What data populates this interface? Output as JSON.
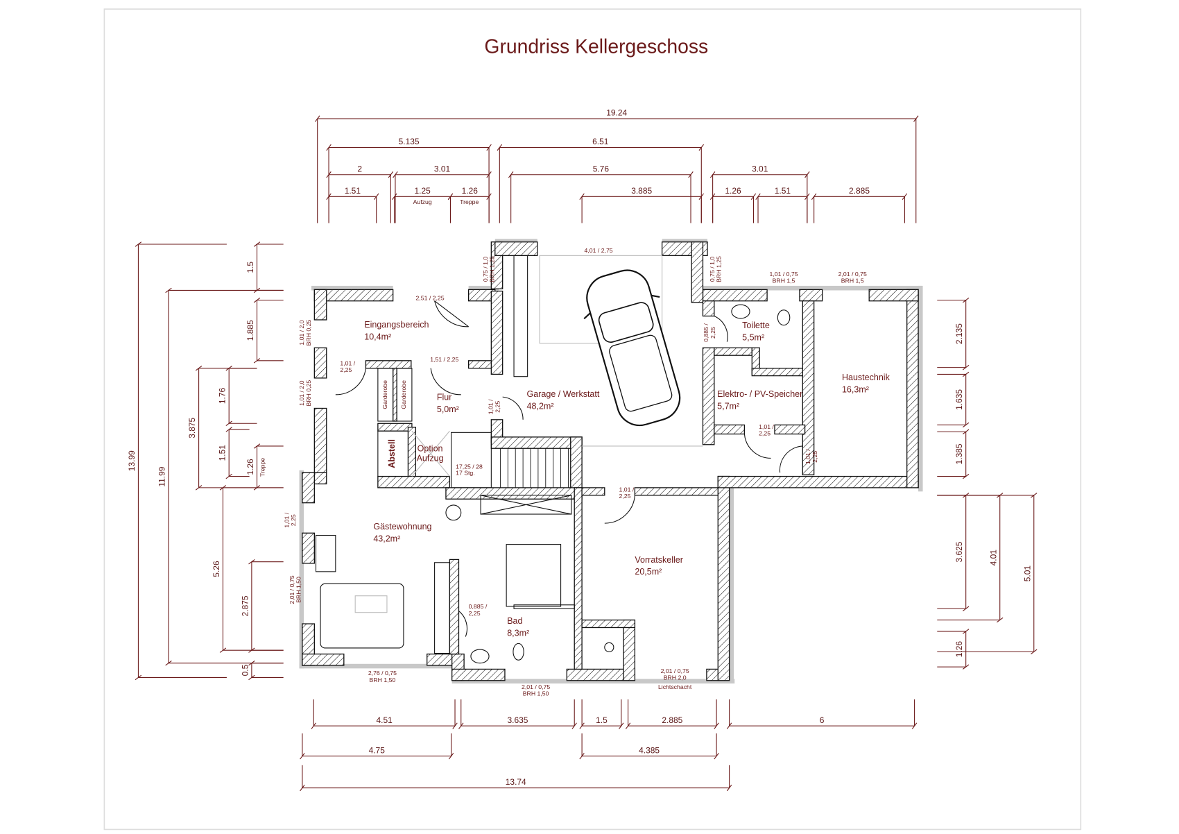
{
  "title": "Grundriss Kellergeschoss",
  "colors": {
    "dimension": "#6b1a1a",
    "title": "#6b1a1a",
    "wall": "#111111",
    "wall_shadow": "#c8c8c8"
  },
  "rooms": [
    {
      "name": "Eingangsbereich",
      "area": "10,4m²"
    },
    {
      "name": "Flur",
      "area": "5,0m²"
    },
    {
      "name": "Garage / Werkstatt",
      "area": "48,2m²"
    },
    {
      "name": "Toilette",
      "area": "5,5m²"
    },
    {
      "name": "Elektro- / PV-Speicher",
      "area": "5,7m²"
    },
    {
      "name": "Haustechnik",
      "area": "16,3m²"
    },
    {
      "name": "Gästewohnung",
      "area": "43,2m²"
    },
    {
      "name": "Bad",
      "area": "8,3m²"
    },
    {
      "name": "Vorratskeller",
      "area": "20,5m²"
    }
  ],
  "fixtures": {
    "garderobe": "Garderobe",
    "abstell": "Abstell",
    "option_aufzug": [
      "Option",
      "Aufzug"
    ],
    "stairs": [
      "17,25 / 28",
      "17 Stg."
    ],
    "lichtschacht": "Lichtschacht"
  },
  "dimensions": {
    "top": [
      "19.24",
      "5.135",
      "6.51",
      "2",
      "3.01",
      "5.76",
      "3.01",
      "1.51",
      "1.25",
      "1.26",
      "3.885",
      "1.26",
      "1.51",
      "2.885"
    ],
    "top_notes": [
      "Aufzug",
      "Treppe"
    ],
    "left": [
      "13.99",
      "11.99",
      "1.5",
      "1.885",
      "3.875",
      "1.76",
      "1.51",
      "1.26",
      "5.26",
      "2.875",
      "0.5"
    ],
    "left_notes": [
      "Treppe"
    ],
    "right": [
      "2.135",
      "1.635",
      "1.385",
      "3.625",
      "4.01",
      "5.01",
      "1.26"
    ],
    "bottom": [
      "4.51",
      "3.635",
      "1.5",
      "2.885",
      "6",
      "4.75",
      "4.385",
      "13.74"
    ]
  },
  "openings": [
    [
      "4,01 / 2,75"
    ],
    [
      "0,75 / 1,0",
      "BRH 1,25"
    ],
    [
      "0,75 / 1,0",
      "BRH 1,25"
    ],
    [
      "2,51 / 2,25"
    ],
    [
      "1,01 / 2,0",
      "BRH 0,25"
    ],
    [
      "1,01 / 2,0",
      "BRH 0,25"
    ],
    [
      "1,01 /",
      "2,25"
    ],
    [
      "1,51 / 2,25"
    ],
    [
      "1,01 /",
      "2,25"
    ],
    [
      "0,885 /",
      "2,25"
    ],
    [
      "1,01 / 0,75",
      "BRH 1,5"
    ],
    [
      "2,01 / 0,75",
      "BRH 1,5"
    ],
    [
      "1,01 /",
      "2,25"
    ],
    [
      "1,01 /",
      "2,25"
    ],
    [
      "1,01 /",
      "2,25"
    ],
    [
      "1,01 /",
      "2,25"
    ],
    [
      "2,01 / 0,75",
      "BRH 1,50"
    ],
    [
      "0,885 /",
      "2,25"
    ],
    [
      "2,76 / 0,75",
      "BRH 1,50"
    ],
    [
      "2,01 / 0,75",
      "BRH 1,50"
    ],
    [
      "2,01 / 0,75",
      "BRH 2,0"
    ]
  ]
}
